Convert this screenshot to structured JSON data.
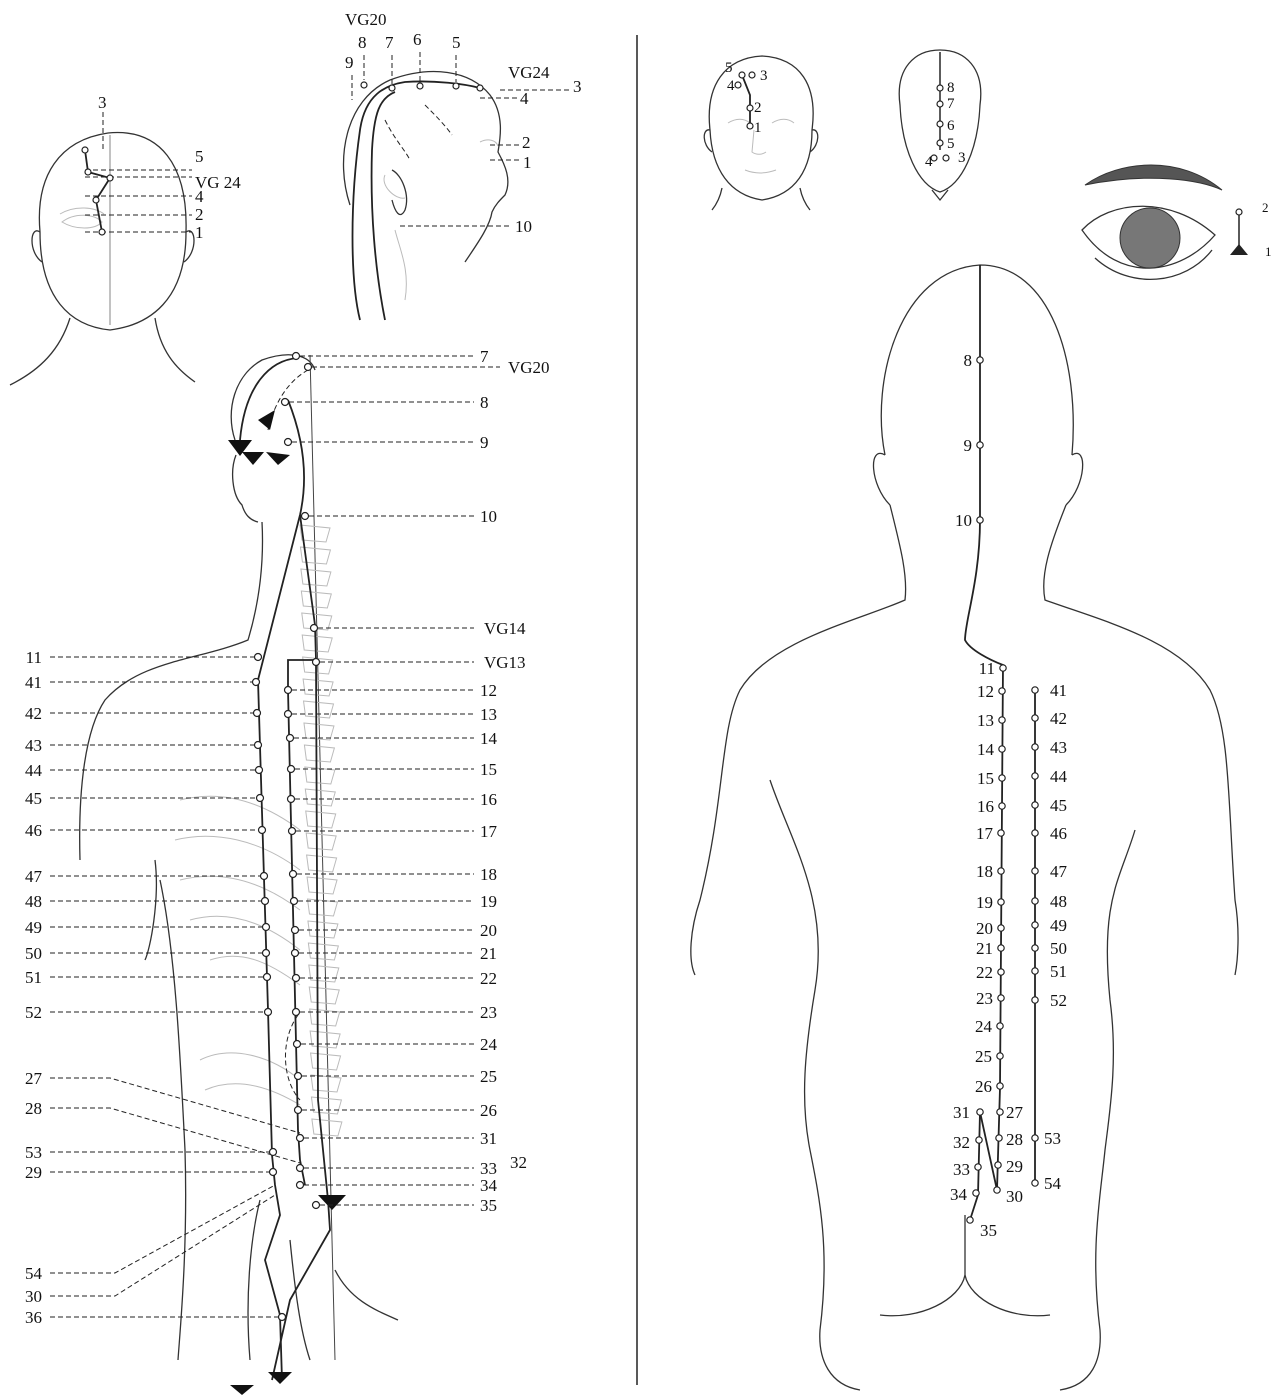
{
  "left_panel": {
    "front_head": {
      "labels": [
        "3",
        "5",
        "VG 24",
        "4",
        "2",
        "1"
      ]
    },
    "side_head": {
      "labels": [
        "VG20",
        "8",
        "7",
        "6",
        "5",
        "9",
        "VG24",
        "3",
        "4",
        "2",
        "1",
        "10"
      ]
    },
    "back_view": {
      "right_labels": [
        "7",
        "VG20",
        "8",
        "9",
        "10",
        "VG14",
        "VG13",
        "12",
        "13",
        "14",
        "15",
        "16",
        "17",
        "18",
        "19",
        "20",
        "21",
        "22",
        "23",
        "24",
        "25",
        "26",
        "31",
        "33",
        "34",
        "35"
      ],
      "right_extra": "32",
      "left_labels": [
        "11",
        "41",
        "42",
        "43",
        "44",
        "45",
        "46",
        "47",
        "48",
        "49",
        "50",
        "51",
        "52",
        "27",
        "28",
        "53",
        "29",
        "54",
        "30",
        "36"
      ]
    }
  },
  "right_panel": {
    "face_front": {
      "labels": [
        "5",
        "3",
        "4",
        "2",
        "1"
      ]
    },
    "head_top": {
      "labels": [
        "8",
        "7",
        "6",
        "5",
        "4",
        "3"
      ]
    },
    "eye": {
      "labels": [
        "2",
        "1"
      ]
    },
    "back": {
      "spine_labels": [
        "8",
        "9",
        "10",
        "11",
        "12",
        "13",
        "14",
        "15",
        "16",
        "17",
        "18",
        "19",
        "20",
        "21",
        "22",
        "23",
        "24",
        "25",
        "26"
      ],
      "outer_labels": [
        "41",
        "42",
        "43",
        "44",
        "45",
        "46",
        "47",
        "48",
        "49",
        "50",
        "51",
        "52",
        "53",
        "54"
      ],
      "lower_labels": [
        "27",
        "28",
        "29",
        "30",
        "31",
        "32",
        "33",
        "34",
        "35"
      ]
    }
  }
}
